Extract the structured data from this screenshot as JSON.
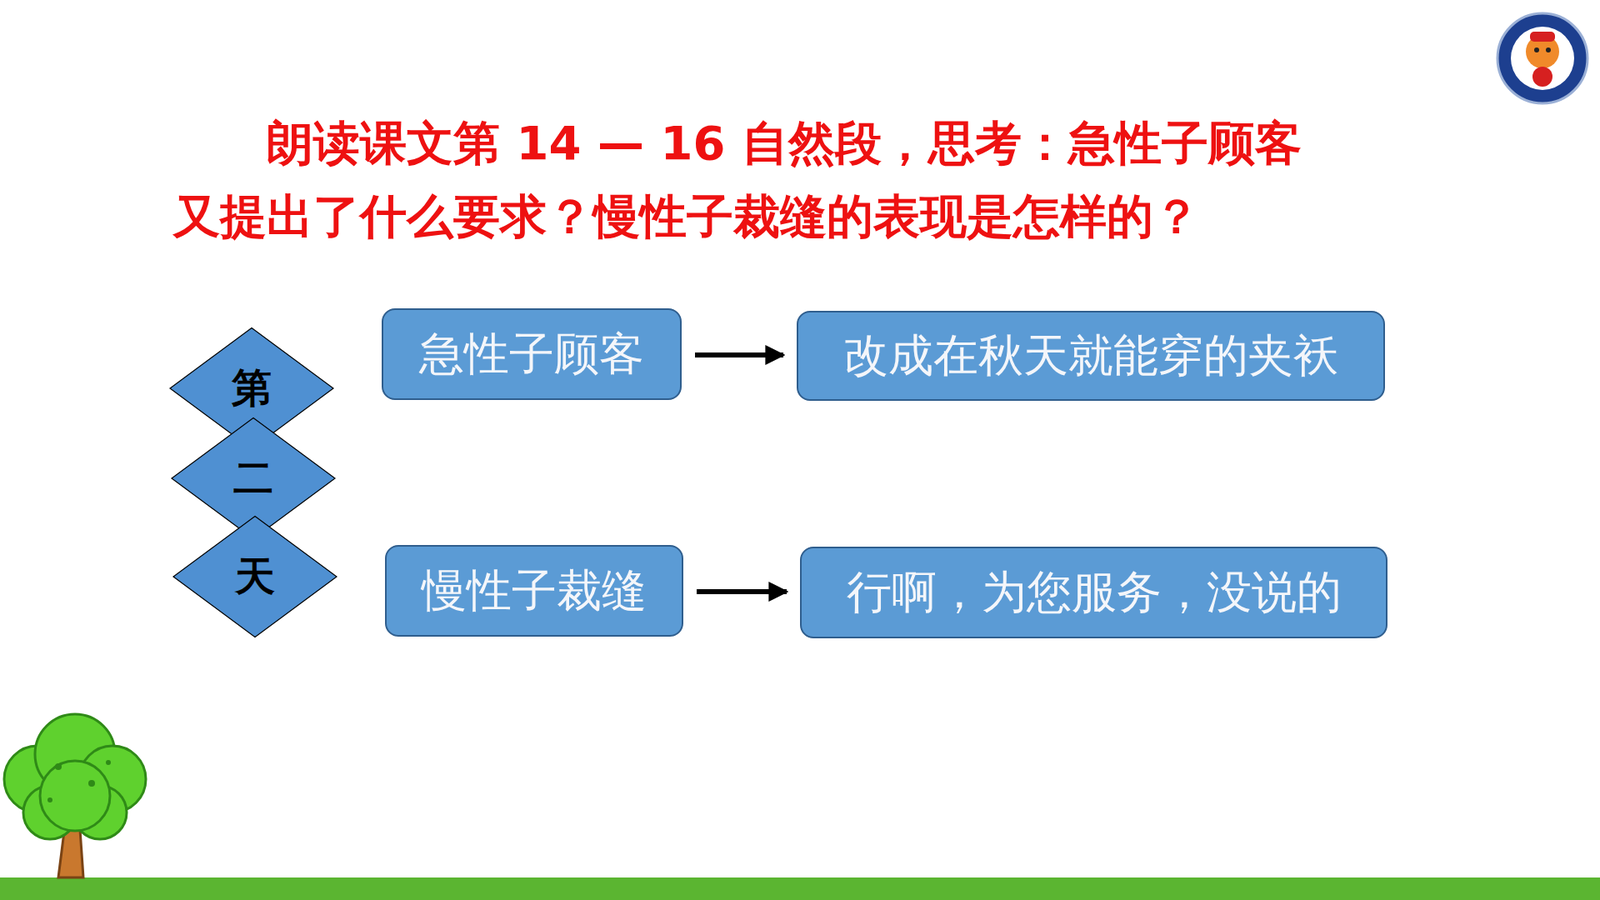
{
  "diagram": {
    "title": "朗读课文第 14 — 16 自然段，思考：急性子顾客又提出了什么要求？慢性子裁缝的表现是怎样的？",
    "nodes": [
      {
        "text": [
          "第"
        ]
      },
      {
        "text": [
          "二"
        ]
      },
      {
        "text": [
          "天"
        ]
      },
      {
        "text": [
          "急性子顾客"
        ]
      },
      {
        "text": [
          "改成在秋天就能穿的夹袄"
        ]
      },
      {
        "text": [
          "慢性子裁缝"
        ]
      },
      {
        "text": [
          "行啊，为您服务，没说的"
        ]
      }
    ],
    "edges": [
      {
        "from": 3,
        "to": 4,
        "arrow": "to"
      },
      {
        "from": 5,
        "to": 6,
        "arrow": "to"
      }
    ]
  }
}
